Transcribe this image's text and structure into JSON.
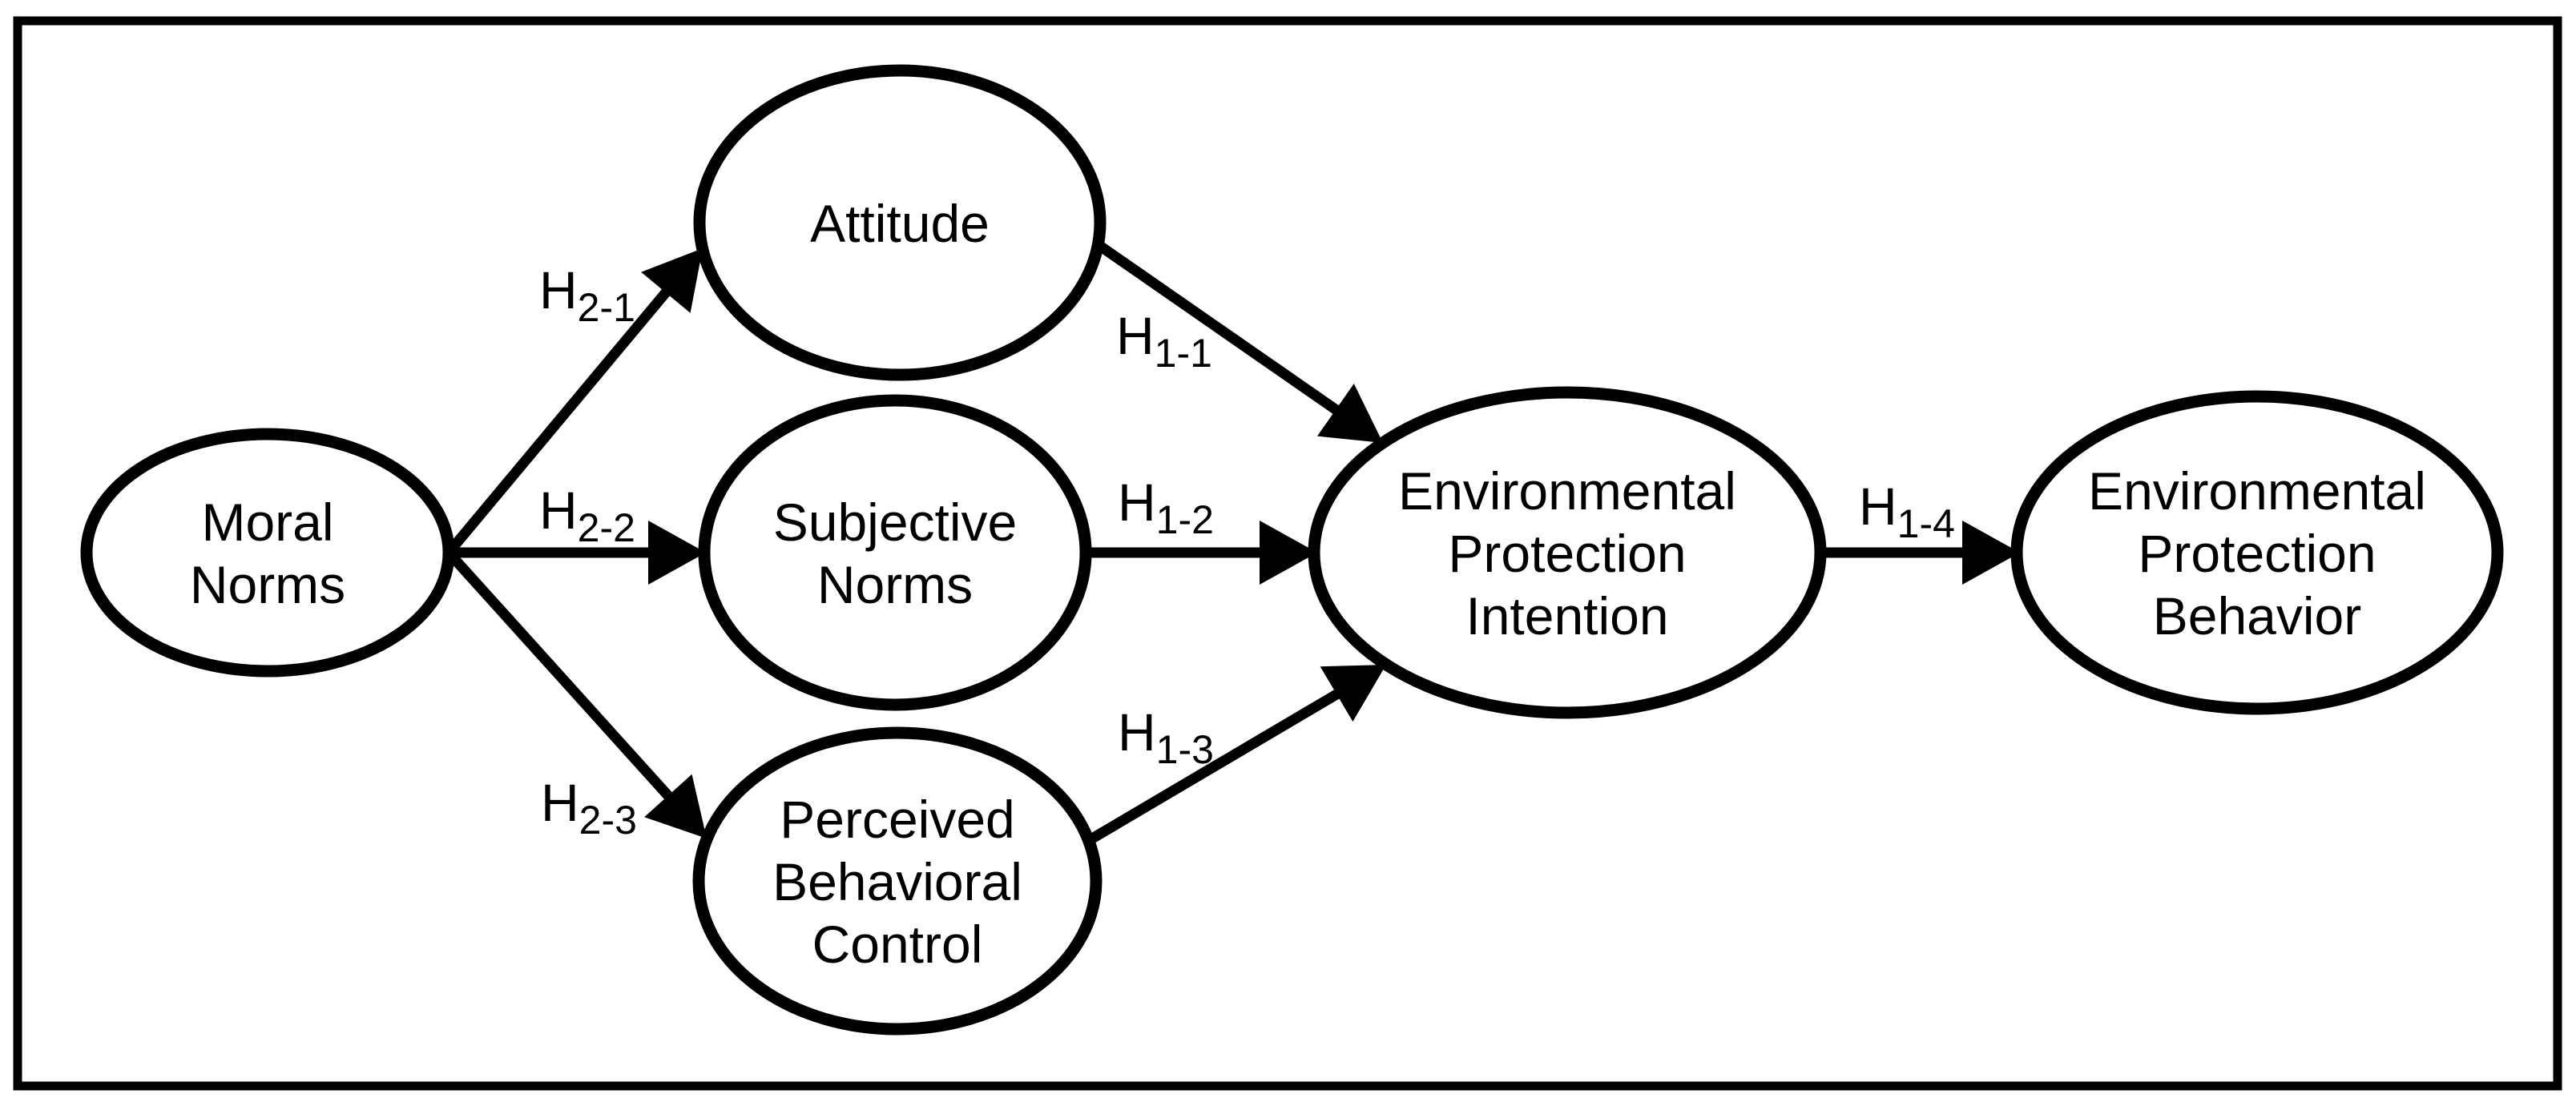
{
  "diagram": {
    "type": "path-model",
    "colors": {
      "ink": "#000000",
      "background": "#ffffff"
    }
  },
  "nodes": [
    {
      "id": "moral-norms",
      "lines": [
        "Moral",
        "Norms"
      ]
    },
    {
      "id": "attitude",
      "lines": [
        "Attitude"
      ]
    },
    {
      "id": "subjective-norms",
      "lines": [
        "Subjective",
        "Norms"
      ]
    },
    {
      "id": "perceived-behavioral-control",
      "lines": [
        "Perceived",
        "Behavioral",
        "Control"
      ]
    },
    {
      "id": "environmental-protection-intention",
      "lines": [
        "Environmental",
        "Protection",
        "Intention"
      ]
    },
    {
      "id": "environmental-protection-behavior",
      "lines": [
        "Environmental",
        "Protection",
        "Behavior"
      ]
    }
  ],
  "edges": [
    {
      "id": "h2-1",
      "from": "moral-norms",
      "to": "attitude",
      "label_main": "H",
      "label_sub": "2-1"
    },
    {
      "id": "h2-2",
      "from": "moral-norms",
      "to": "subjective-norms",
      "label_main": "H",
      "label_sub": "2-2"
    },
    {
      "id": "h2-3",
      "from": "moral-norms",
      "to": "perceived-behavioral-control",
      "label_main": "H",
      "label_sub": "2-3"
    },
    {
      "id": "h1-1",
      "from": "attitude",
      "to": "environmental-protection-intention",
      "label_main": "H",
      "label_sub": "1-1"
    },
    {
      "id": "h1-2",
      "from": "subjective-norms",
      "to": "environmental-protection-intention",
      "label_main": "H",
      "label_sub": "1-2"
    },
    {
      "id": "h1-3",
      "from": "perceived-behavioral-control",
      "to": "environmental-protection-intention",
      "label_main": "H",
      "label_sub": "1-3"
    },
    {
      "id": "h1-4",
      "from": "environmental-protection-intention",
      "to": "environmental-protection-behavior",
      "label_main": "H",
      "label_sub": "1-4"
    }
  ]
}
